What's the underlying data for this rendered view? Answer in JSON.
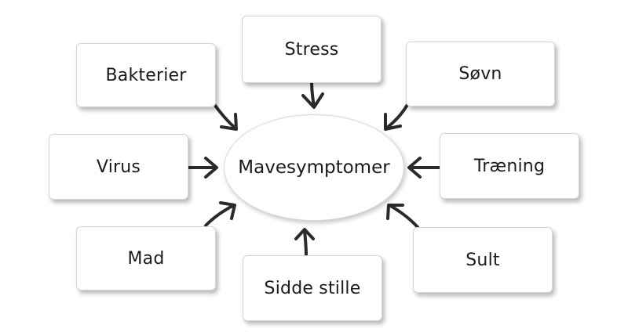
{
  "diagram": {
    "center": "Mavesymptomer",
    "factors": {
      "stress": "Stress",
      "bakterier": "Bakterier",
      "sovn": "Søvn",
      "virus": "Virus",
      "traening": "Træning",
      "mad": "Mad",
      "sidde_stille": "Sidde stille",
      "sult": "Sult"
    }
  }
}
